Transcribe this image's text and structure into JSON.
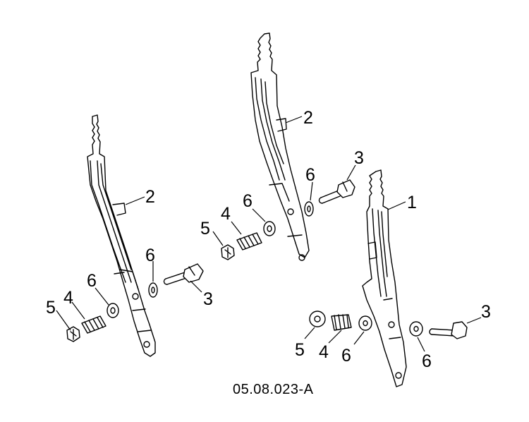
{
  "figure_code": "05.08.023-A",
  "callouts": {
    "c1": "1",
    "c2a": "2",
    "c2b": "2",
    "c3a": "3",
    "c3b": "3",
    "c3c": "3",
    "c4a": "4",
    "c4b": "4",
    "c4c": "4",
    "c5a": "5",
    "c5b": "5",
    "c5c": "5",
    "c6a": "6",
    "c6b": "6",
    "c6c": "6",
    "c6d": "6",
    "c6e": "6",
    "c6f": "6"
  }
}
